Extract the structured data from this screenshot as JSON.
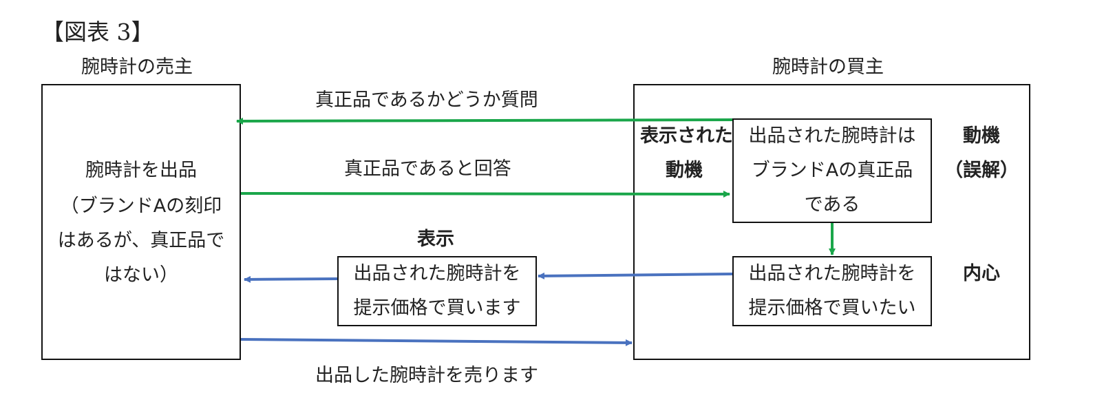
{
  "title": "【図表 3】",
  "seller": {
    "label": "腕時計の売主",
    "box_lines": [
      "腕時計を出品",
      "（ブランドAの刻印",
      "はあるが、真正品で",
      "はない）"
    ]
  },
  "buyer": {
    "label": "腕時計の買主",
    "motive_box_lines": [
      "出品された腕時計は",
      "ブランドAの真正品",
      "である"
    ],
    "inner_box_lines": [
      "出品された腕時計を",
      "提示価格で買いたい"
    ],
    "shown_motive_lines": [
      "表示された",
      "動機"
    ],
    "motive_label": "動機",
    "misunderstanding_label": "（誤解）",
    "inner_label": "内心"
  },
  "middle": {
    "question_label": "真正品であるかどうか質問",
    "answer_label": "真正品であると回答",
    "display_label": "表示",
    "display_box_lines": [
      "出品された腕時計を",
      "提示価格で買います"
    ],
    "sell_label": "出品した腕時計を売ります"
  },
  "colors": {
    "green_arrow": "#1aa64a",
    "blue_arrow": "#4a72bf",
    "border": "#111111"
  }
}
